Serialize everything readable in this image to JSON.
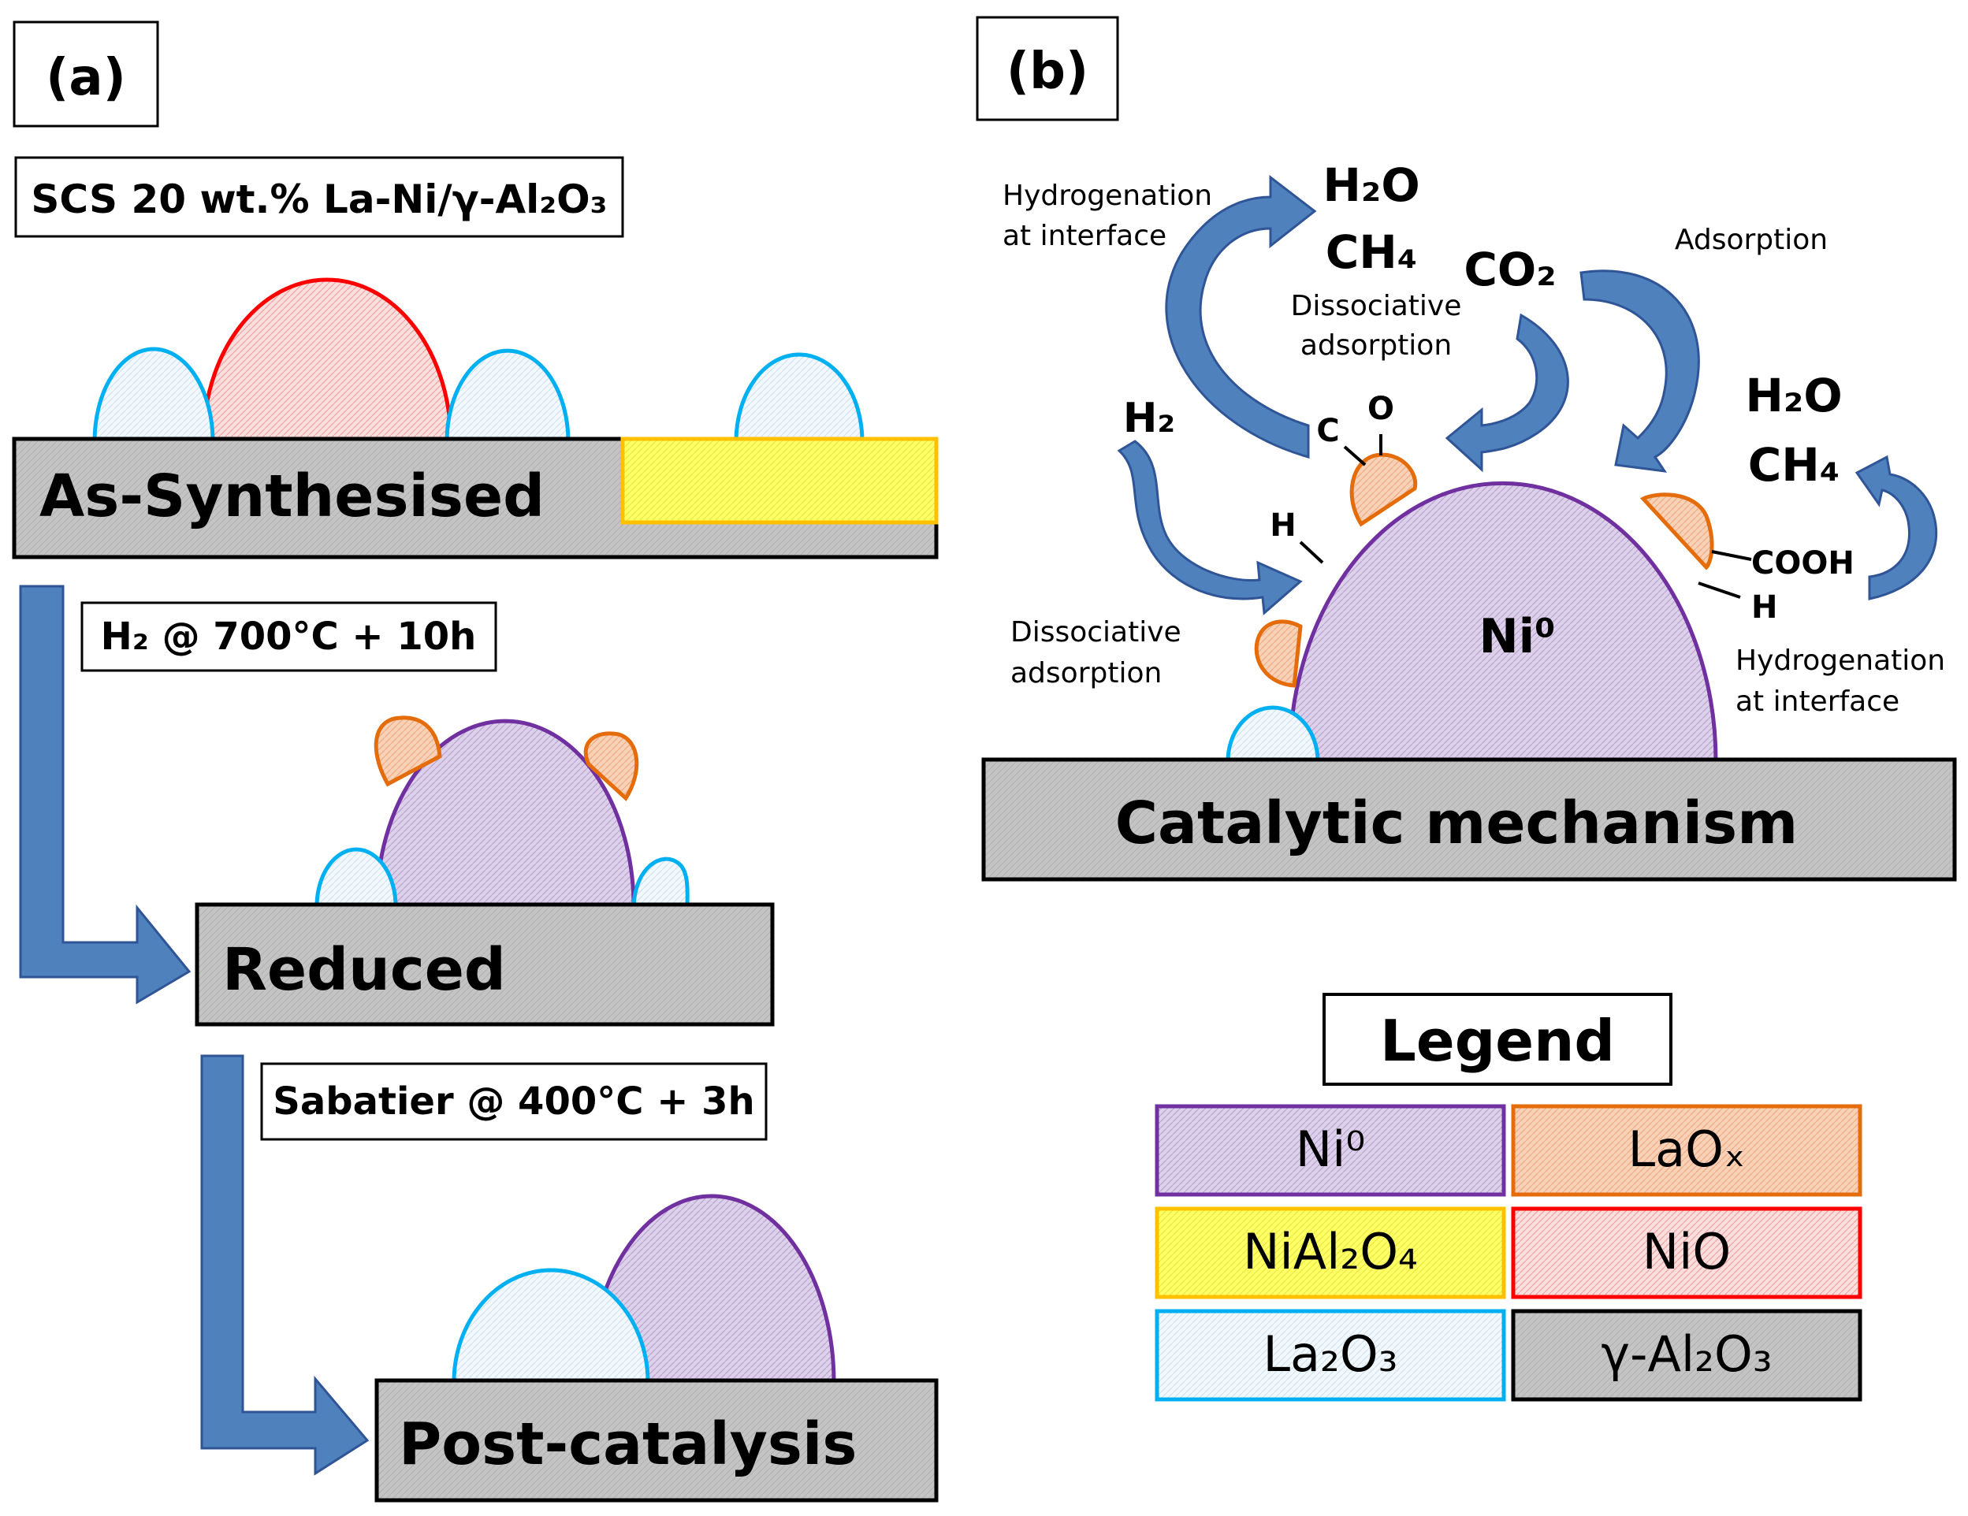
{
  "panel_a": {
    "label": "(a)",
    "catalyst_label": "SCS 20 wt.% La-Ni/γ-Al₂O₃",
    "stage1": "As-Synthesised",
    "step1": "H₂ @ 700°C + 10h",
    "stage2": "Reduced",
    "step2": "Sabatier @ 400°C + 3h",
    "stage3": "Post-catalysis"
  },
  "panel_b": {
    "label": "(b)",
    "base_label": "Catalytic mechanism",
    "particle_label": "Ni⁰",
    "h2": "H₂",
    "co2": "CO₂",
    "h2o_left": "H₂O",
    "ch4_left": "CH₄",
    "h2o_right": "H₂O",
    "ch4_right": "CH₄",
    "hydrogenation_left_1": "Hydrogenation",
    "hydrogenation_left_2": "at interface",
    "dissociative_top_1": "Dissociative",
    "dissociative_top_2": "adsorption",
    "adsorption": "Adsorption",
    "dissociative_left_1": "Dissociative",
    "dissociative_left_2": "adsorption",
    "hydrogenation_right_1": "Hydrogenation",
    "hydrogenation_right_2": "at interface",
    "atom_c": "C",
    "atom_o": "O",
    "atom_h_left": "H",
    "cooh": "COOH",
    "atom_h_right": "H"
  },
  "legend": {
    "title": "Legend",
    "items": [
      {
        "label": "Ni⁰",
        "fill": "#d9c6e6",
        "stroke": "#7030a0"
      },
      {
        "label": "LaOₓ",
        "fill": "#f8cbad",
        "stroke": "#e46c0a"
      },
      {
        "label": "NiAl₂O₄",
        "fill": "#ffff66",
        "stroke": "#ffc000"
      },
      {
        "label": "NiO",
        "fill": "#f9d4d4",
        "stroke": "#ff0000"
      },
      {
        "label": "La₂O₃",
        "fill": "#eef6fb",
        "stroke": "#00b0f0"
      },
      {
        "label": "γ-Al₂O₃",
        "fill": "#bfbfbf",
        "stroke": "#000000"
      }
    ]
  },
  "colors": {
    "support": "#bfbfbf",
    "arrow": "#4f81bd",
    "arrow_dark": "#2f5597"
  }
}
